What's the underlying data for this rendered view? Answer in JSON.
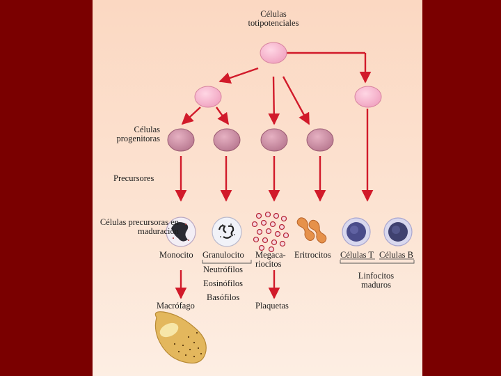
{
  "diagram": {
    "title": "Células totipotenciales",
    "row_labels": {
      "progenitors": "Células progenitoras",
      "precursors": "Precursores",
      "maturing": "Células precursoras en maduración"
    },
    "cells": {
      "monocito": "Monocito",
      "granulocito": "Granulocito",
      "megacariocitos": "Megaca- riocitos",
      "eritrocitos": "Eritrocitos",
      "celulas_t": "Células T",
      "celulas_b": "Células B"
    },
    "granulocyte_types": [
      "Neutrófilos",
      "Eosinófilos",
      "Basófilos"
    ],
    "linfocitos": "Linfocitos maduros",
    "mature": {
      "macrofago": "Macrófago",
      "plaquetas": "Plaquetas"
    }
  },
  "colors": {
    "frame": "#7a0000",
    "background": "#fce3d2",
    "arrow": "#d11a2a",
    "stem_cell": "#f5b3cb",
    "progenitor_cell": "#c98ba0"
  }
}
